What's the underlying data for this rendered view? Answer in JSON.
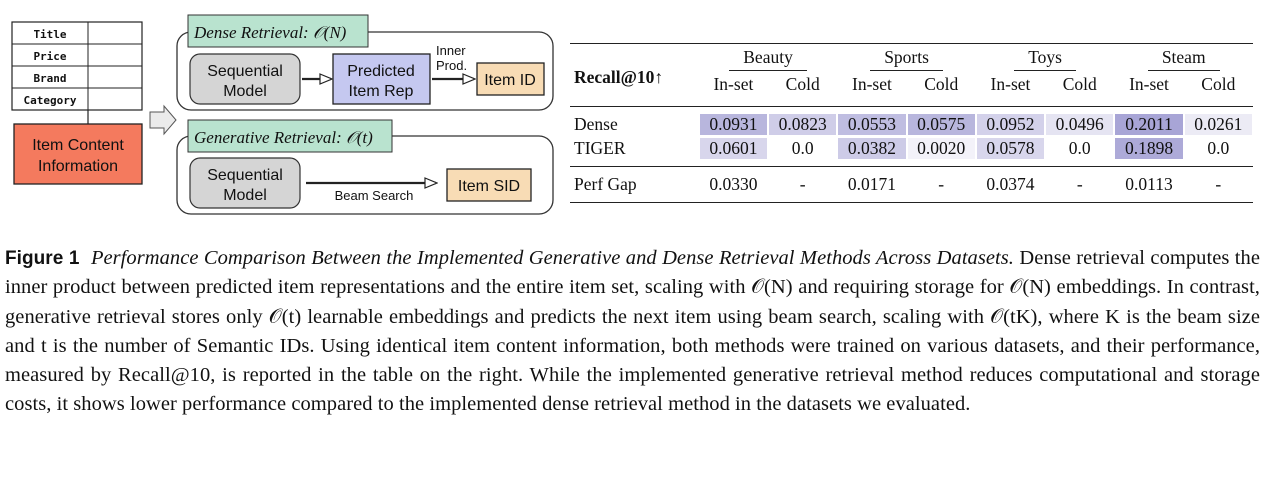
{
  "diagram": {
    "attributes": [
      "Title",
      "Price",
      "Brand",
      "Category"
    ],
    "item_content": "Item Content Information",
    "item_content_lines": [
      "Item Content",
      "Information"
    ],
    "dense": {
      "tag": "Dense Retrieval: 𝒪(N)",
      "seq_model_lines": [
        "Sequential",
        "Model"
      ],
      "predicted_lines": [
        "Predicted",
        "Item Rep"
      ],
      "inner_prod_lines": [
        "Inner",
        "Prod."
      ],
      "output": "Item ID"
    },
    "generative": {
      "tag": "Generative Retrieval: 𝒪(t)",
      "seq_model_lines": [
        "Sequential",
        "Model"
      ],
      "beam_search": "Beam Search",
      "output": "Item SID"
    },
    "colors": {
      "item_content_fill": "#f47a5e",
      "tag_fill": "#b9e3cf",
      "predicted_fill": "#c5c8f0",
      "output_fill": "#f8dcb5",
      "model_fill": "#d5d5d5"
    }
  },
  "table": {
    "corner_label": "Recall@10↑",
    "datasets": [
      "Beauty",
      "Sports",
      "Toys",
      "Steam"
    ],
    "subcols": [
      "In-set",
      "Cold"
    ],
    "rows": [
      {
        "method": "Dense",
        "values": [
          "0.0931",
          "0.0823",
          "0.0553",
          "0.0575",
          "0.0952",
          "0.0496",
          "0.2011",
          "0.0261"
        ]
      },
      {
        "method": "TIGER",
        "values": [
          "0.0601",
          "0.0",
          "0.0382",
          "0.0020",
          "0.0578",
          "0.0",
          "0.1898",
          "0.0"
        ]
      }
    ],
    "gap_row": {
      "method": "Perf Gap",
      "values": [
        "0.0330",
        "-",
        "0.0171",
        "-",
        "0.0374",
        "-",
        "0.0113",
        "-"
      ]
    },
    "shading": {
      "dense": [
        "#b8b6dd",
        "#cfcde8",
        "#bfbde1",
        "#b8b6dd",
        "#d3d1ea",
        "#e5e4f2",
        "#a8a5d6",
        "#ecebf5"
      ],
      "tiger": [
        "#d8d6ec",
        "#ffffff",
        "#cdcbe7",
        "#f3f2f9",
        "#d8d6ec",
        "#ffffff",
        "#adaad8",
        "#ffffff"
      ]
    }
  },
  "caption": {
    "label": "Figure 1",
    "title": "Performance Comparison Between the Implemented Generative and Dense Retrieval Methods Across Datasets.",
    "body": "Dense retrieval computes the inner product between predicted item representations and the entire item set, scaling with 𝒪(N) and requiring storage for 𝒪(N) embeddings. In contrast, generative retrieval stores only 𝒪(t) learnable embeddings and predicts the next item using beam search, scaling with 𝒪(tK), where K is the beam size and t is the number of Semantic IDs. Using identical item content information, both methods were trained on various datasets, and their performance, measured by Recall@10, is reported in the table on the right. While the implemented generative retrieval method reduces computational and storage costs, it shows lower performance compared to the implemented dense retrieval method in the datasets we evaluated."
  }
}
